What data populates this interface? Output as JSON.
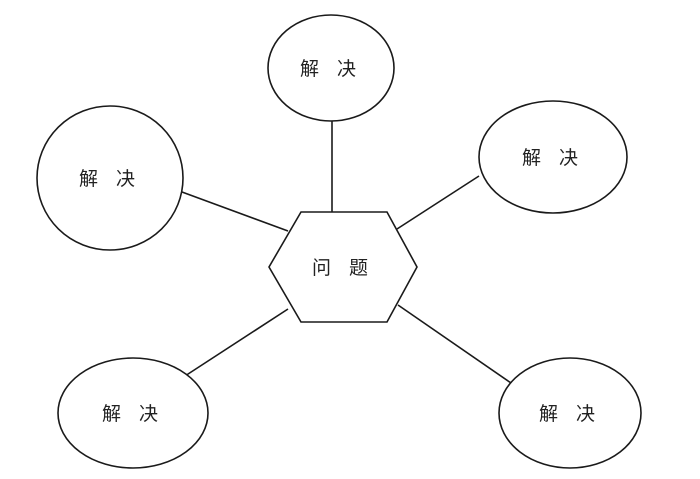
{
  "center": {
    "label": "问 题"
  },
  "solutions": [
    {
      "label": "解 决"
    },
    {
      "label": "解 决"
    },
    {
      "label": "解 决"
    },
    {
      "label": "解 决"
    },
    {
      "label": "解 决"
    }
  ]
}
